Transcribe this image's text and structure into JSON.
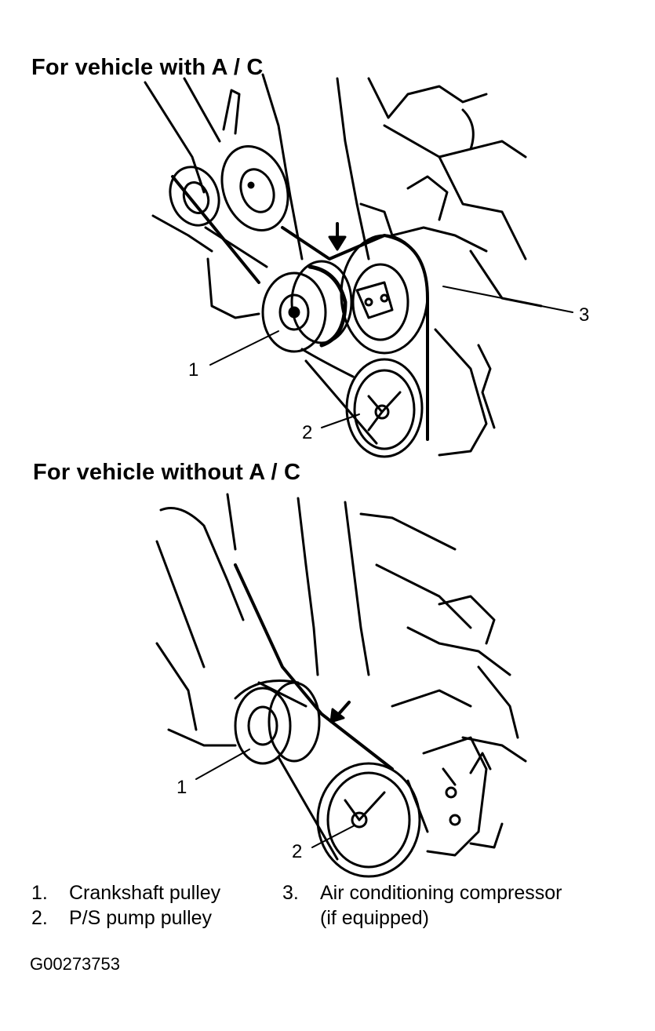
{
  "diagram1": {
    "heading": "For vehicle with A / C",
    "callouts": [
      "1",
      "2",
      "3"
    ]
  },
  "diagram2": {
    "heading": "For vehicle without A / C",
    "callouts": [
      "1",
      "2"
    ]
  },
  "legend": [
    {
      "num": "1.",
      "label": "Crankshaft pulley"
    },
    {
      "num": "2.",
      "label": "P/S pump pulley"
    },
    {
      "num": "3.",
      "label": "Air conditioning compressor",
      "label2": "(if equipped)"
    }
  ],
  "figure_id": "G00273753"
}
